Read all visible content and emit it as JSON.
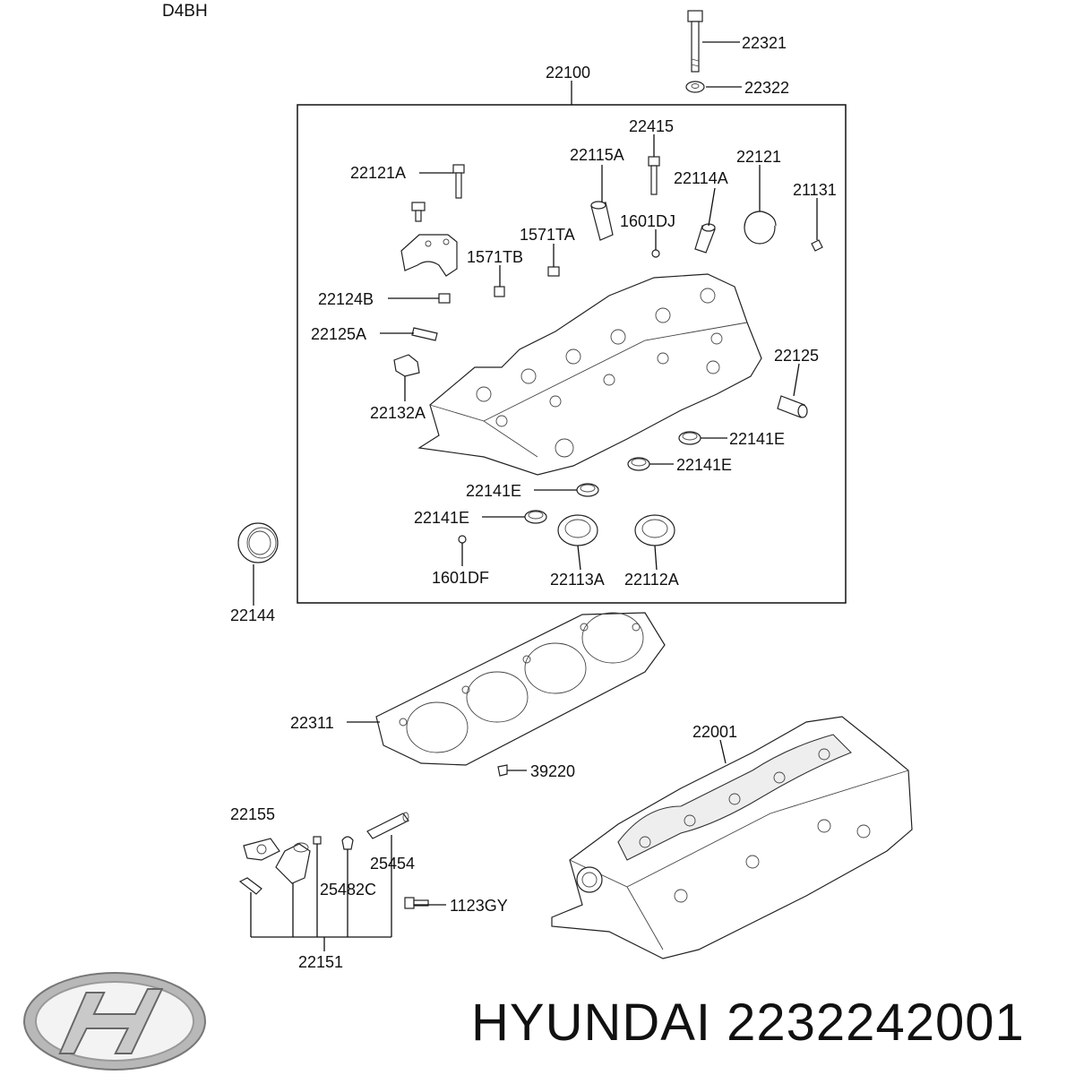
{
  "model_code": "D4BH",
  "brand": {
    "name": "HYUNDAI",
    "part_number": "2232242001",
    "logo_icon": "hyundai-logo"
  },
  "callouts": [
    {
      "id": "22321",
      "label": "22321"
    },
    {
      "id": "22322",
      "label": "22322"
    },
    {
      "id": "22100",
      "label": "22100"
    },
    {
      "id": "22415",
      "label": "22415"
    },
    {
      "id": "22115A",
      "label": "22115A"
    },
    {
      "id": "22121",
      "label": "22121"
    },
    {
      "id": "22121A",
      "label": "22121A"
    },
    {
      "id": "22114A",
      "label": "22114A"
    },
    {
      "id": "21131",
      "label": "21131"
    },
    {
      "id": "1601DJ",
      "label": "1601DJ"
    },
    {
      "id": "1571TA",
      "label": "1571TA"
    },
    {
      "id": "1571TB",
      "label": "1571TB"
    },
    {
      "id": "22124B",
      "label": "22124B"
    },
    {
      "id": "22125A",
      "label": "22125A"
    },
    {
      "id": "22125",
      "label": "22125"
    },
    {
      "id": "22132A",
      "label": "22132A"
    },
    {
      "id": "22141E_1",
      "label": "22141E"
    },
    {
      "id": "22141E_2",
      "label": "22141E"
    },
    {
      "id": "22141E_3",
      "label": "22141E"
    },
    {
      "id": "22141E_4",
      "label": "22141E"
    },
    {
      "id": "1601DF",
      "label": "1601DF"
    },
    {
      "id": "22113A",
      "label": "22113A"
    },
    {
      "id": "22112A",
      "label": "22112A"
    },
    {
      "id": "22144",
      "label": "22144"
    },
    {
      "id": "22311",
      "label": "22311"
    },
    {
      "id": "22001",
      "label": "22001"
    },
    {
      "id": "39220",
      "label": "39220"
    },
    {
      "id": "22155",
      "label": "22155"
    },
    {
      "id": "25454",
      "label": "25454"
    },
    {
      "id": "25482C",
      "label": "25482C"
    },
    {
      "id": "1123GY",
      "label": "1123GY"
    },
    {
      "id": "22151",
      "label": "22151"
    }
  ]
}
